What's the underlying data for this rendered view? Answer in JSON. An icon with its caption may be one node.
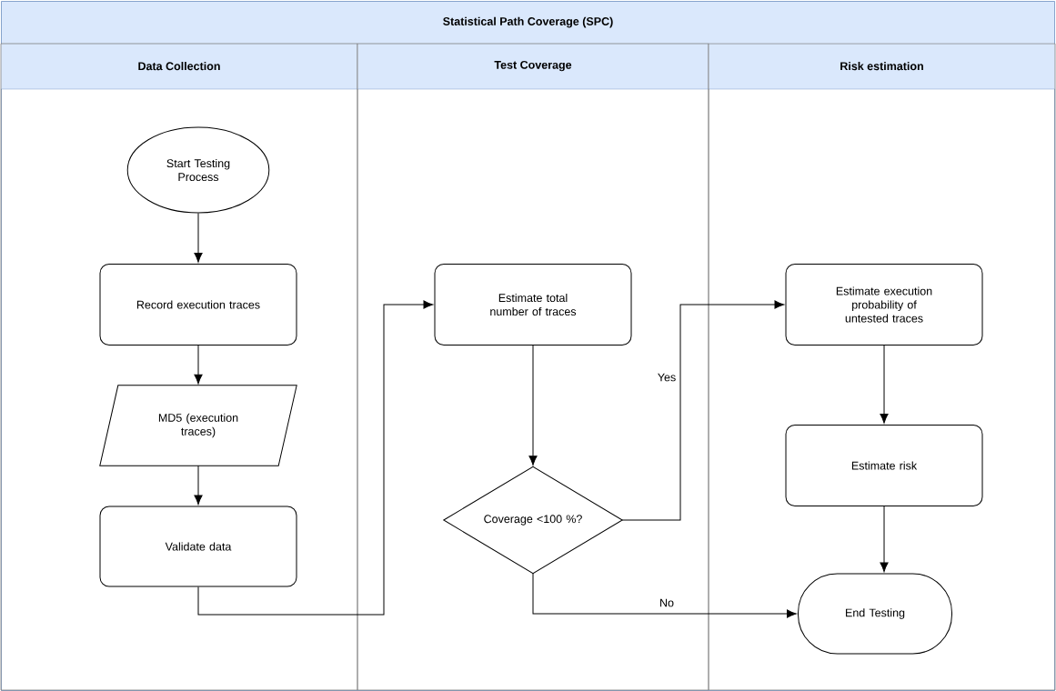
{
  "diagram": {
    "nodes": [
      {
        "text": [
          "Statistical Path Coverage (SPC)"
        ]
      },
      {
        "text": [
          "Data Collection"
        ],
        "in": 0
      },
      {
        "text": [
          "Test Coverage"
        ],
        "in": 0
      },
      {
        "text": [
          "Risk estimation"
        ],
        "in": 0
      },
      {
        "text": [
          "Start Testing Process"
        ],
        "in": 1
      },
      {
        "text": [
          "Record execution traces"
        ],
        "in": 1
      },
      {
        "text": [
          "MD5 (execution traces)"
        ],
        "in": 1
      },
      {
        "text": [
          "Validate data"
        ],
        "in": 1
      },
      {
        "text": [
          "Estimate total number of traces"
        ],
        "in": 2
      },
      {
        "text": [
          "Coverage <100 %?"
        ],
        "in": 2
      },
      {
        "text": [
          "Estimate execution probability of untested traces"
        ],
        "in": 3
      },
      {
        "text": [
          "Estimate risk"
        ],
        "in": 3
      },
      {
        "text": [
          "End Testing"
        ],
        "in": 3
      }
    ],
    "edges": [
      {
        "from": 4,
        "to": 5,
        "arrow": "to"
      },
      {
        "from": 5,
        "to": 6,
        "arrow": "to"
      },
      {
        "from": 6,
        "to": 7,
        "arrow": "to"
      },
      {
        "from": 7,
        "to": 8,
        "arrow": "to"
      },
      {
        "from": 8,
        "to": 9,
        "arrow": "to"
      },
      {
        "from": 9,
        "to": 10,
        "arrow": "to",
        "label": "Yes"
      },
      {
        "from": 9,
        "to": 12,
        "arrow": "to",
        "label": "No"
      },
      {
        "from": 10,
        "to": 11,
        "arrow": "to"
      },
      {
        "from": 11,
        "to": 12,
        "arrow": "to"
      }
    ]
  }
}
